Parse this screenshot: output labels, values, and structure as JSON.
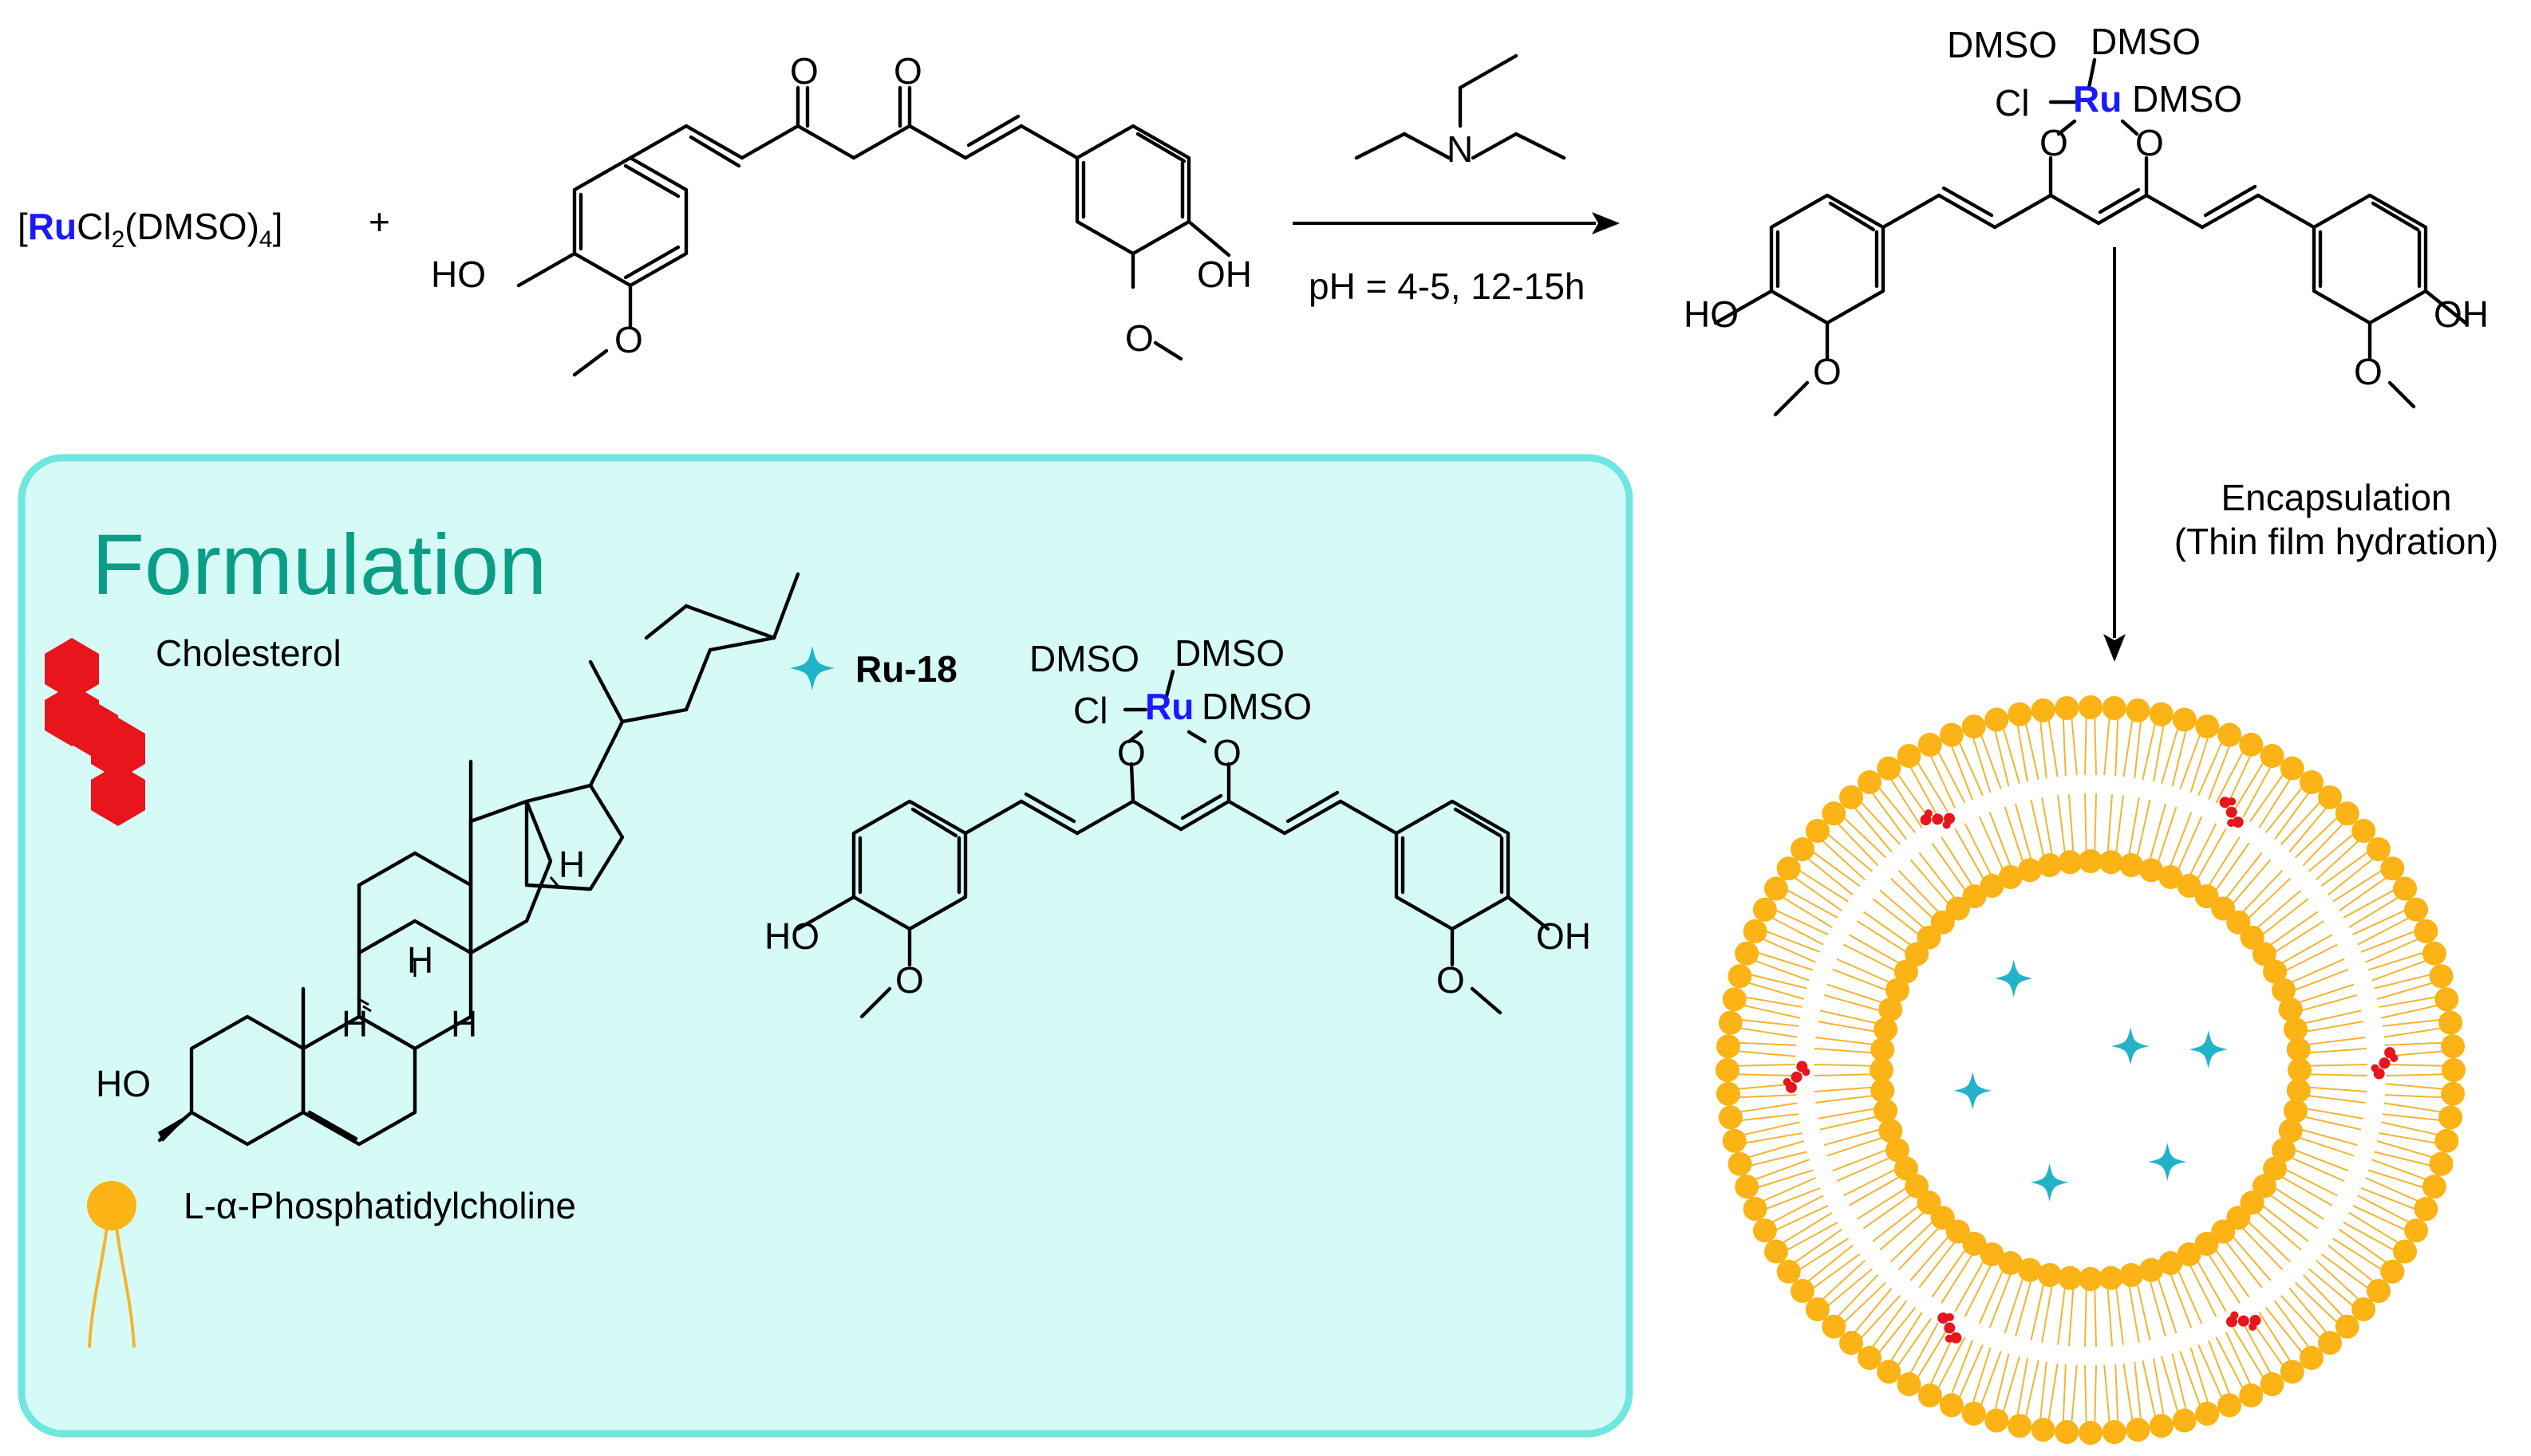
{
  "reaction": {
    "reagent_prefix": "[",
    "reagent_metal": "Ru",
    "reagent_rest": "Cl",
    "reagent_sub2": "2",
    "reagent_ligand": "(DMSO)",
    "reagent_sub4": "4",
    "reagent_close": "]",
    "plus": "+",
    "amine_N": "N",
    "condition": "pH = 4-5, 12-15h"
  },
  "curcumin": {
    "ketone_O": "O",
    "hydroxyl": "HO",
    "hydroxyl_right": "OH",
    "methoxy_O": "O"
  },
  "complex": {
    "ligand_dmso": "DMSO",
    "chloride": "Cl",
    "metal": "Ru",
    "chelate_O": "O"
  },
  "encapsulation": {
    "line1": "Encapsulation",
    "line2": "(Thin film hydration)"
  },
  "formulation": {
    "title": "Formulation",
    "cholesterol_label": "Cholesterol",
    "ru18_label": "Ru-18",
    "phosphatidylcholine_label": "L-α-Phosphatidylcholine",
    "stereo_H": "H",
    "cholesterol_OH": "HO"
  },
  "liposome": {
    "outer_lipid_count": 96,
    "inner_lipid_count": 64,
    "drug_molecule_count": 6,
    "cholesterol_count": 6
  },
  "colors": {
    "ruthenium_blue": "#1a1aff",
    "panel_fill": "#d6fbf7",
    "panel_border": "#6fe6df",
    "title_teal": "#0a9e86",
    "lipid_orange": "#fbb316",
    "lipid_tail": "#f2b430",
    "cholesterol_red": "#e8151d",
    "drug_cyan": "#22b3c9"
  }
}
